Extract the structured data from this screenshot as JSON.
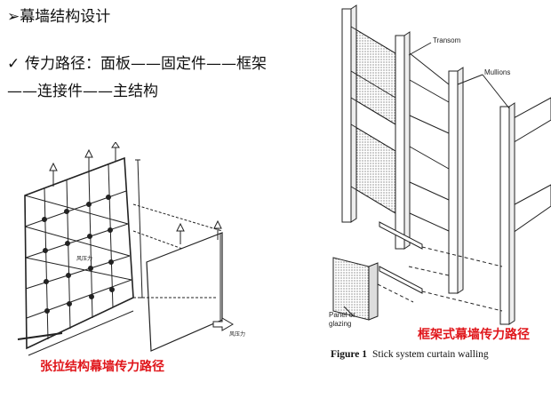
{
  "slide": {
    "heading_marker": "➢",
    "heading": "幕墙结构设计",
    "bullet_marker": "✓",
    "bullet_text": "传力路径：面板——固定件——框架——连接件——主结构"
  },
  "left_figure": {
    "caption": "张拉结构幕墙传力路径",
    "wind_label_right": "风压力",
    "wind_label_left": "风压力"
  },
  "right_figure": {
    "label_transom": "Transom",
    "label_mullions": "Mullions",
    "label_panel_line1": "Panel or",
    "label_panel_line2": "glazing",
    "caption_red": "框架式幕墙传力路径",
    "figure_number": "Figure 1",
    "figure_text": "Stick system curtain walling"
  },
  "colors": {
    "caption_red": "#e0161b",
    "line": "#222222"
  }
}
